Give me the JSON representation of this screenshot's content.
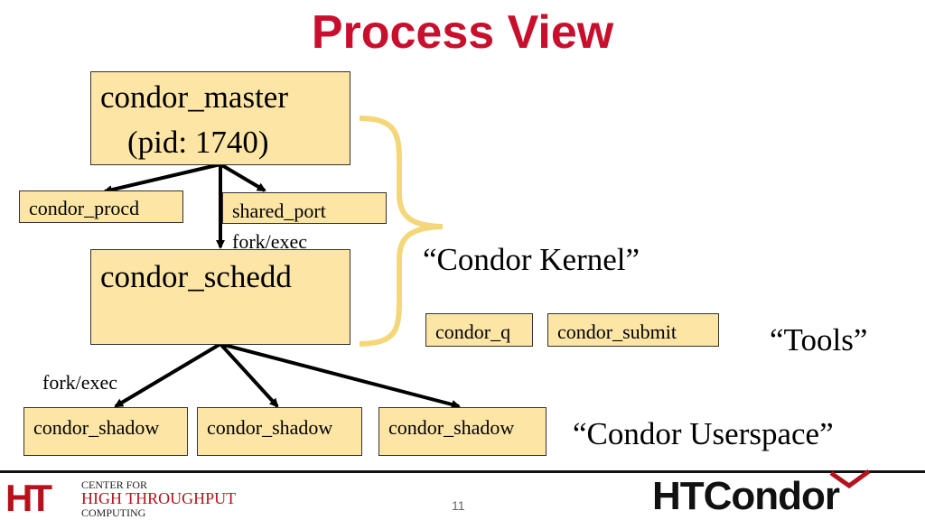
{
  "title": "Process View",
  "nodes": {
    "master_line1": "condor_master",
    "master_line2": "(pid: 1740)",
    "procd": "condor_procd",
    "shared_port": "shared_port",
    "schedd": "condor_schedd",
    "shadow1": "condor_shadow",
    "shadow2": "condor_shadow",
    "shadow3": "condor_shadow",
    "q": "condor_q",
    "submit": "condor_submit"
  },
  "labels": {
    "fork_exec_1": "fork/exec",
    "fork_exec_2": "fork/exec",
    "kernel": "“Condor Kernel”",
    "tools": "“Tools”",
    "userspace": "“Condor Userspace”"
  },
  "footer": {
    "left_logo_mark": "HT",
    "left_logo_line1": "CENTER FOR",
    "left_logo_line2": "HIGH THROUGHPUT",
    "left_logo_line3": "COMPUTING",
    "right_logo": "HTCondor",
    "page_number": "11"
  },
  "colors": {
    "title": "#c8102e",
    "box_fill": "#fde5a6",
    "brace": "#f4d77a",
    "logo_red": "#b5121b"
  }
}
